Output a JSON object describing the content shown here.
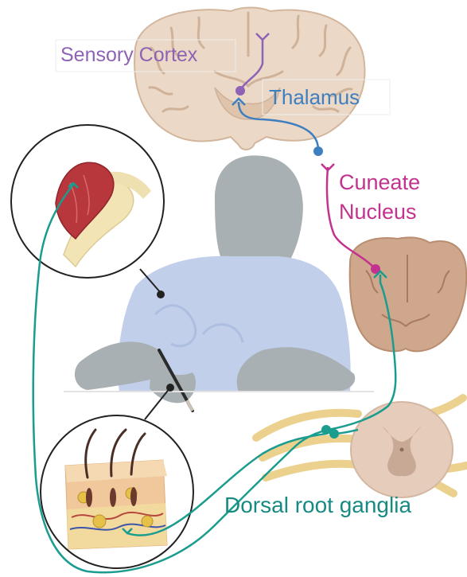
{
  "labels": {
    "sensory_cortex": "Sensory Cortex",
    "thalamus": "Thalamus",
    "cuneate_line1": "Cuneate",
    "cuneate_line2": "Nucleus",
    "dorsal_root_ganglia": "Dorsal root ganglia"
  },
  "colors": {
    "sensory_cortex": "#8e62b5",
    "thalamus": "#3d7fc0",
    "cuneate_nucleus": "#c2338f",
    "dorsal_root_ganglia": "#178a82",
    "neuron_first_order": "#1a9c8e",
    "brain_tissue": "#e9d6c4",
    "brain_outline": "#cfb39b",
    "person_skin": "#a9b0b3",
    "person_shirt": "#bfcde8",
    "muscle": "#b8373d",
    "spinal_cord": "#e2c9b6"
  },
  "icons": [
    "brain-coronal-section",
    "person-writing",
    "shoulder-muscle-inset",
    "skin-cross-section-inset",
    "medulla-section",
    "spinal-cord-section",
    "pen"
  ]
}
